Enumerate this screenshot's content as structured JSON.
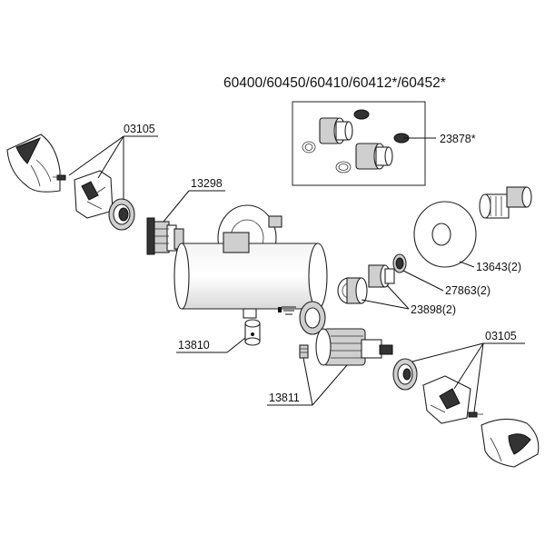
{
  "title": "60400/60450/60410/60412*/60452*",
  "labels": {
    "p03105_top": "03105",
    "p13298": "13298",
    "p23878": "23878*",
    "p13643": "13643(2)",
    "p27863": "27863(2)",
    "p23898": "23898(2)",
    "p13810": "13810",
    "p13811": "13811",
    "p03105_bottom": "03105"
  }
}
